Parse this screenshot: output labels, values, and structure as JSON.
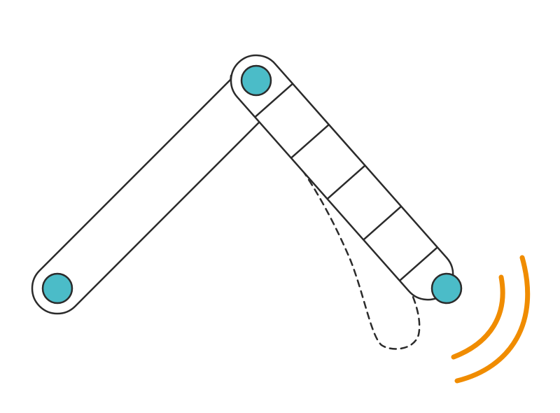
{
  "colors": {
    "background": "#ffffff",
    "outline": "#2b2b2b",
    "pivot_fill": "#4bbcc8",
    "motion_wave": "#f08c00"
  },
  "elements": {
    "left_arm": "solid-bar",
    "right_arm": "segmented-bar",
    "right_arm_segment_count": 5,
    "bent_arm_ghost": "dashed-outline",
    "pivots": [
      "left-end-pivot",
      "top-joint-pivot",
      "right-end-pivot"
    ],
    "motion_lines": 2
  },
  "icons": {
    "pivot": "circle-joint-icon",
    "motion": "vibration-arcs-icon"
  }
}
